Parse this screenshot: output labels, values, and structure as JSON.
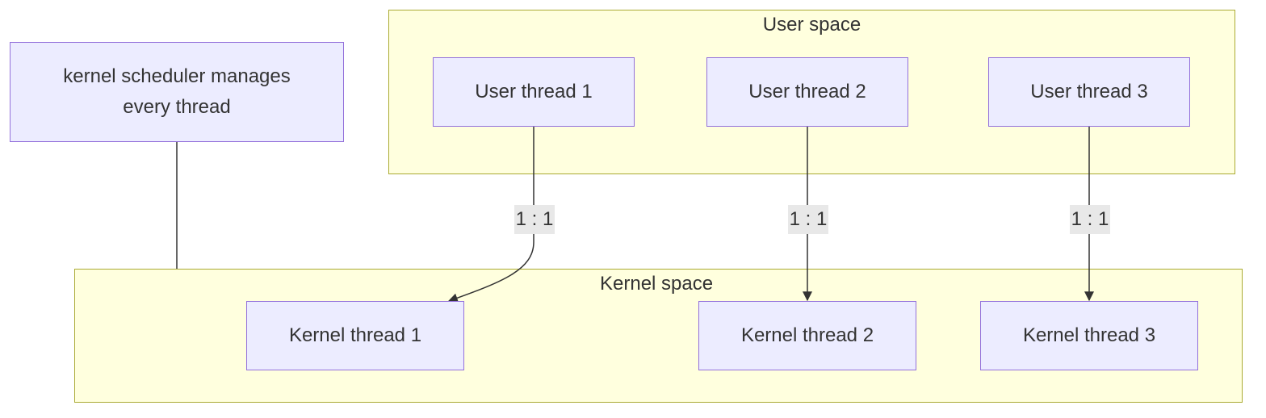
{
  "diagram": {
    "note": "kernel scheduler manages\nevery thread",
    "user_space": {
      "title": "User space",
      "threads": [
        "User thread 1",
        "User thread 2",
        "User thread 3"
      ]
    },
    "kernel_space": {
      "title": "Kernel space",
      "threads": [
        "Kernel thread 1",
        "Kernel thread 2",
        "Kernel thread 3"
      ]
    },
    "edges": [
      {
        "from": "User thread 1",
        "to": "Kernel thread 1",
        "label": "1 : 1"
      },
      {
        "from": "User thread 2",
        "to": "Kernel thread 2",
        "label": "1 : 1"
      },
      {
        "from": "User thread 3",
        "to": "Kernel thread 3",
        "label": "1 : 1"
      },
      {
        "from": "kernel scheduler manages every thread",
        "to": "Kernel space",
        "label": ""
      }
    ]
  },
  "colors": {
    "node_fill": "#ececff",
    "node_border": "#9370db",
    "cluster_fill": "#ffffde",
    "cluster_border": "#aaaa33",
    "edge": "#333333",
    "edge_label_bg": "#e8e8e8"
  }
}
